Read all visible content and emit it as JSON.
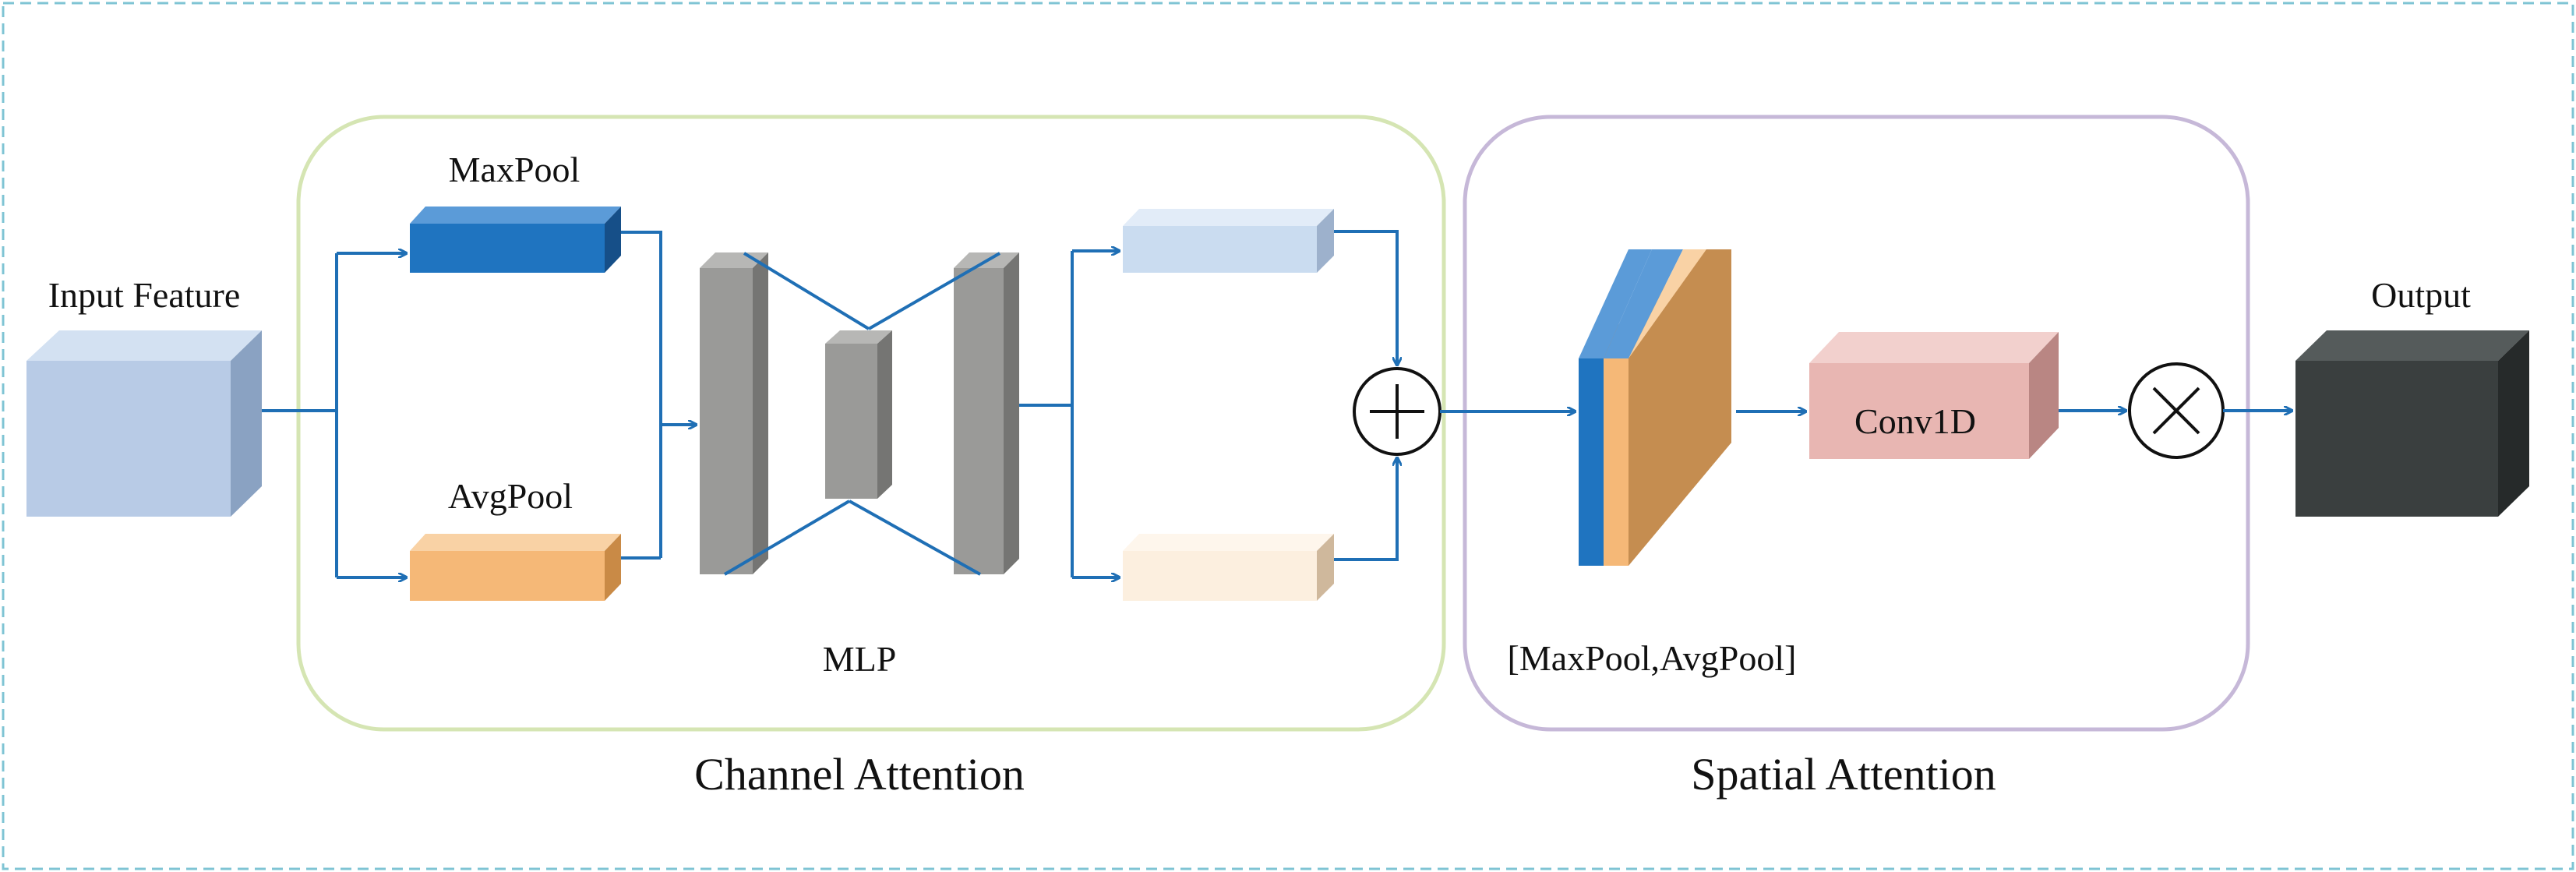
{
  "labels": {
    "input_feature": "Input Feature",
    "maxpool": "MaxPool",
    "avgpool": "AvgPool",
    "mlp": "MLP",
    "concat": "[MaxPool,AvgPool]",
    "conv1d": "Conv1D",
    "output": "Output",
    "channel_attention": "Channel Attention",
    "spatial_attention": "Spatial Attention"
  },
  "colors": {
    "frame_border": "#7fc4d4",
    "channel_box_border": "#d5e5b3",
    "spatial_box_border": "#c6b8d8",
    "arrow": "#1f6fb5",
    "input_front": "#b8cbe6",
    "maxpool_front": "#1f74c0",
    "avgpool_front": "#f5b877",
    "mlp_gray": "#9a9a98",
    "pooled_max_front": "#cadcf0",
    "pooled_avg_front": "#fcefdf",
    "concat_brown": "#c58d50",
    "conv1d_front": "#e8b6b2",
    "output_front": "#3a3f3f"
  },
  "operators": {
    "sum": "plus-circle",
    "multiply": "times-circle"
  }
}
